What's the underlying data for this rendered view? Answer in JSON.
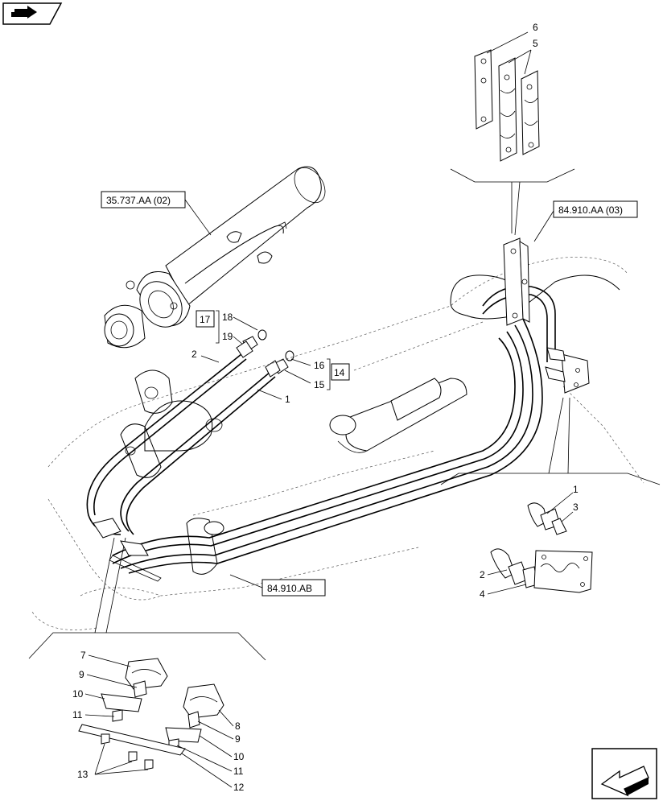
{
  "references": {
    "cylinder_ref": "35.737.AA (02)",
    "pipes_ref": "84.910.AA (03)",
    "axle_ref": "84.910.AB",
    "kit_17": "17",
    "kit_14": "14"
  },
  "callouts": {
    "c1a": "1",
    "c2a": "2",
    "c5": "5",
    "c6": "6",
    "c14": "14",
    "c15": "15",
    "c16": "16",
    "c17": "17",
    "c18": "18",
    "c19": "19",
    "d1": "1",
    "d2": "2",
    "d3": "3",
    "d4": "4",
    "b7": "7",
    "b8": "8",
    "b9a": "9",
    "b9b": "9",
    "b10a": "10",
    "b10b": "10",
    "b11a": "11",
    "b11b": "11",
    "b12": "12",
    "b13": "13"
  },
  "icons": {
    "top_left": "navigate-forward-icon",
    "bottom_right": "navigate-back-icon"
  }
}
